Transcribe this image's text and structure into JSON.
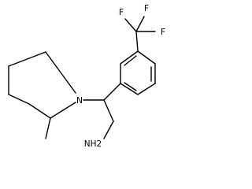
{
  "molecule": {
    "atoms": {
      "fluorine_1": "F",
      "fluorine_2": "F",
      "fluorine_3": "F",
      "nitrogen": "N",
      "amine": "NH2"
    }
  }
}
